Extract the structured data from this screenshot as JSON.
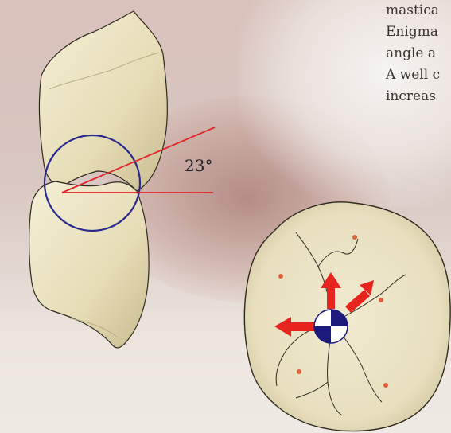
{
  "paragraph": {
    "line1": "mastica",
    "line2": "Enigma",
    "line3": "angle a",
    "line4": "A well c",
    "line5": "increas"
  },
  "angle_label": "23°",
  "colors": {
    "enamel": "#ece5c7",
    "enamel_shadow": "#c9bf98",
    "circle": "#2a2a8c",
    "angle_lines": "#e0252a",
    "arrows": "#e8241f",
    "dots": "#e0603a",
    "marker_blue": "#1c1a7a"
  },
  "icons": {
    "arrows": [
      "arrow-up-icon",
      "arrow-up-right-icon",
      "arrow-left-icon"
    ],
    "center_marker": "center-of-mass-icon"
  }
}
